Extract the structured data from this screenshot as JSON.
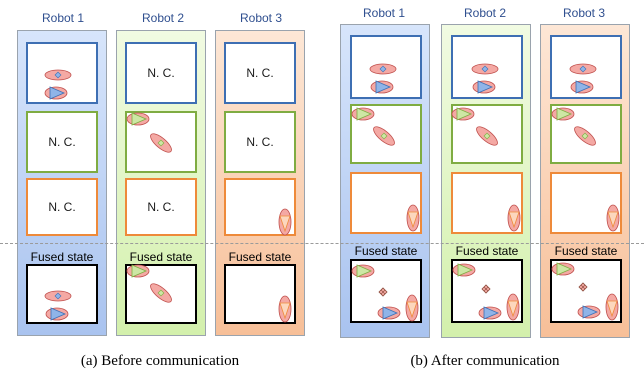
{
  "figures": [
    {
      "caption": "(a) Before communication",
      "robots": [
        {
          "label": "Robot 1",
          "panels": [
            {
              "type": "blue",
              "text": ""
            },
            {
              "type": "green",
              "text": "N. C."
            },
            {
              "type": "orange",
              "text": "N. C."
            }
          ],
          "fused_label": "Fused state"
        },
        {
          "label": "Robot 2",
          "panels": [
            {
              "type": "blue",
              "text": "N. C."
            },
            {
              "type": "green",
              "text": ""
            },
            {
              "type": "orange",
              "text": "N. C."
            }
          ],
          "fused_label": "Fused state"
        },
        {
          "label": "Robot 3",
          "panels": [
            {
              "type": "blue",
              "text": "N. C."
            },
            {
              "type": "green",
              "text": "N. C."
            },
            {
              "type": "orange",
              "text": ""
            }
          ],
          "fused_label": "Fused state"
        }
      ]
    },
    {
      "caption": "(b) After communication",
      "robots": [
        {
          "label": "Robot 1",
          "panels": [
            {
              "type": "blue",
              "text": ""
            },
            {
              "type": "green",
              "text": ""
            },
            {
              "type": "orange",
              "text": ""
            }
          ],
          "fused_label": "Fused state"
        },
        {
          "label": "Robot 2",
          "panels": [
            {
              "type": "blue",
              "text": ""
            },
            {
              "type": "green",
              "text": ""
            },
            {
              "type": "orange",
              "text": ""
            }
          ],
          "fused_label": "Fused state"
        },
        {
          "label": "Robot 3",
          "panels": [
            {
              "type": "blue",
              "text": ""
            },
            {
              "type": "green",
              "text": ""
            },
            {
              "type": "orange",
              "text": ""
            }
          ],
          "fused_label": "Fused state"
        }
      ]
    }
  ],
  "colors": {
    "blue_border": "#3e6fb3",
    "green_border": "#7fac42",
    "orange_border": "#ee8a3a",
    "ellipse_fill": "#f4a9a4",
    "ellipse_stroke": "#c0504d",
    "marker_blue": "#8fb4e8",
    "marker_green": "#cde7a4",
    "marker_orange": "#f4a9a4"
  },
  "icons": [
    "pink-ellipse-icon",
    "blue-triangle-icon",
    "green-triangle-icon",
    "orange-triangle-icon",
    "diamond-target-icon"
  ]
}
